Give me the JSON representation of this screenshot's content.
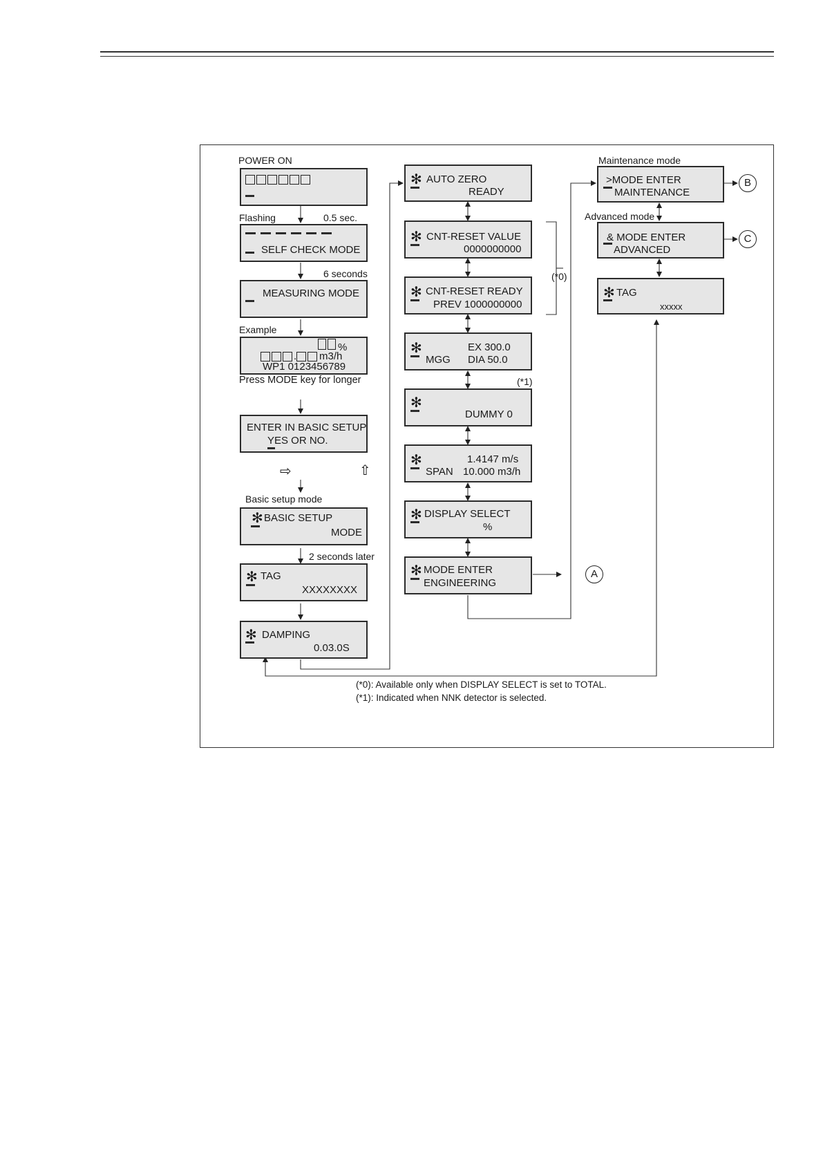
{
  "labels": {
    "power_on": "POWER ON",
    "flashing": "Flashing",
    "half_sec": "0.5 sec.",
    "six_seconds": "6 seconds",
    "example": "Example",
    "press_mode": "Press MODE key for longer",
    "basic_setup_mode": "Basic setup mode",
    "two_seconds": "2 seconds later",
    "maintenance_mode": "Maintenance mode",
    "advanced_mode": "Advanced mode",
    "note_0_ref": "(*0)",
    "note_1_ref": "(*1)"
  },
  "screens": {
    "self_check": {
      "line2": "SELF CHECK MODE"
    },
    "measuring": {
      "line1": "MEASURING MODE"
    },
    "example": {
      "percent": "%",
      "unit": "m3/h",
      "line3": "WP1  0123456789",
      "dot": "."
    },
    "enter_basic": {
      "line1": "ENTER IN BASIC SETUP",
      "line2": "YES OR NO."
    },
    "basic_setup": {
      "line1": "BASIC SETUP",
      "line2": "MODE"
    },
    "tag": {
      "line1": "TAG",
      "line2": "XXXXXXXX"
    },
    "damping": {
      "line1": "DAMPING",
      "line2": "0.03.0S"
    },
    "auto_zero": {
      "line1": "AUTO ZERO",
      "line2": "READY"
    },
    "cnt_reset_value": {
      "line1": "CNT-RESET VALUE",
      "line2": "0000000000"
    },
    "cnt_reset_ready": {
      "line1": "CNT-RESET READY",
      "line2": "PREV 1000000000"
    },
    "ex_dia": {
      "line1": "EX 300.0",
      "line2a": "MGG",
      "line2b": "DIA 50.0"
    },
    "dummy": {
      "line2": "DUMMY 0"
    },
    "span": {
      "line1": "1.4147 m/s",
      "line2a": "SPAN",
      "line2b": "10.000 m3/h"
    },
    "display_select": {
      "line1": "DISPLAY SELECT",
      "line2": "%"
    },
    "mode_engineering": {
      "line1": "MODE ENTER",
      "line2": "ENGINEERING"
    },
    "mode_maintenance": {
      "line1": ">MODE ENTER",
      "line2": "MAINTENANCE"
    },
    "mode_advanced": {
      "line1": "& MODE ENTER",
      "line2": "ADVANCED"
    },
    "tag_adv": {
      "line1": "TAG",
      "line2": "xxxxx"
    }
  },
  "connectors": {
    "a": "A",
    "b": "B",
    "c": "C"
  },
  "notes": [
    "(*0): Available only when DISPLAY SELECT is set to TOTAL.",
    "(*1): Indicated when NNK detector is selected."
  ],
  "icons": {
    "star": "✻",
    "right_arrow": "⇨",
    "up_arrow": "⇧"
  }
}
